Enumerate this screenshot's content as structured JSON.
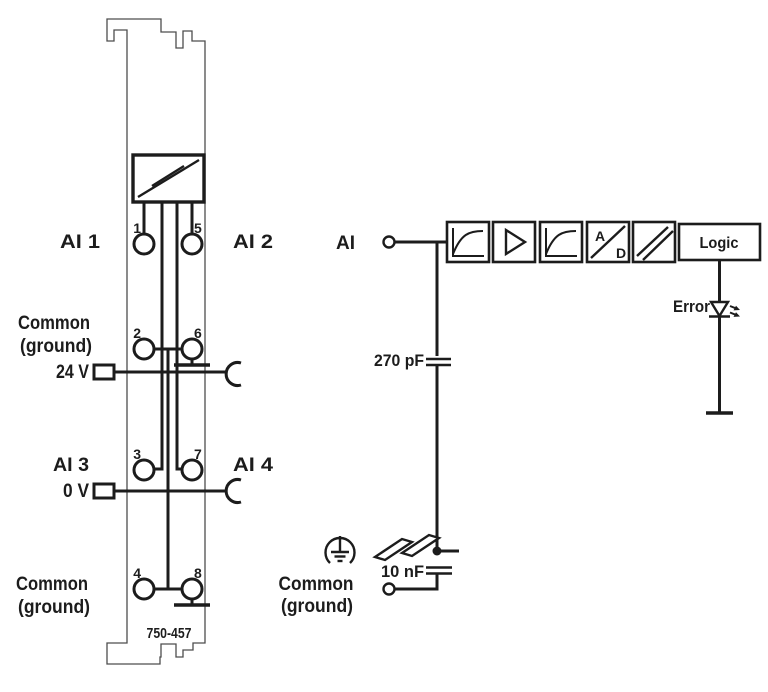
{
  "module": {
    "part_number": "750-457",
    "terminal_numbers": [
      "1",
      "2",
      "3",
      "4",
      "5",
      "6",
      "7",
      "8"
    ],
    "channel_labels": {
      "ai1": "AI 1",
      "ai2": "AI 2",
      "ai3": "AI 3",
      "ai4": "AI 4"
    },
    "common_top": {
      "line1": "Common",
      "line2": "(ground)"
    },
    "common_bottom": {
      "line1": "Common",
      "line2": "(ground)"
    },
    "power_labels": {
      "v24": "24 V",
      "v0": "0 V"
    }
  },
  "circuit": {
    "input_label": "AI",
    "capacitor_270pf": "270 pF",
    "capacitor_10nf": "10 nF",
    "common": {
      "line1": "Common",
      "line2": "(ground)"
    },
    "error_label": "Error",
    "logic_label": "Logic",
    "ad_converter": {
      "a": "A",
      "d": "D"
    }
  },
  "icons": {
    "dc_converter": "double-diagonal-isolation",
    "filter": "low-pass-filter-curve",
    "amplifier": "right-triangle",
    "isolation": "double-diagonal",
    "error_led": "led-diode-down",
    "chassis_ground": "earth-in-arc",
    "din_rail": "rail-perspective",
    "cage_clamp": "open-c-arc"
  },
  "colors": {
    "line": "#1c1c1c",
    "outline": "#4d4d4d",
    "background": "#ffffff"
  }
}
